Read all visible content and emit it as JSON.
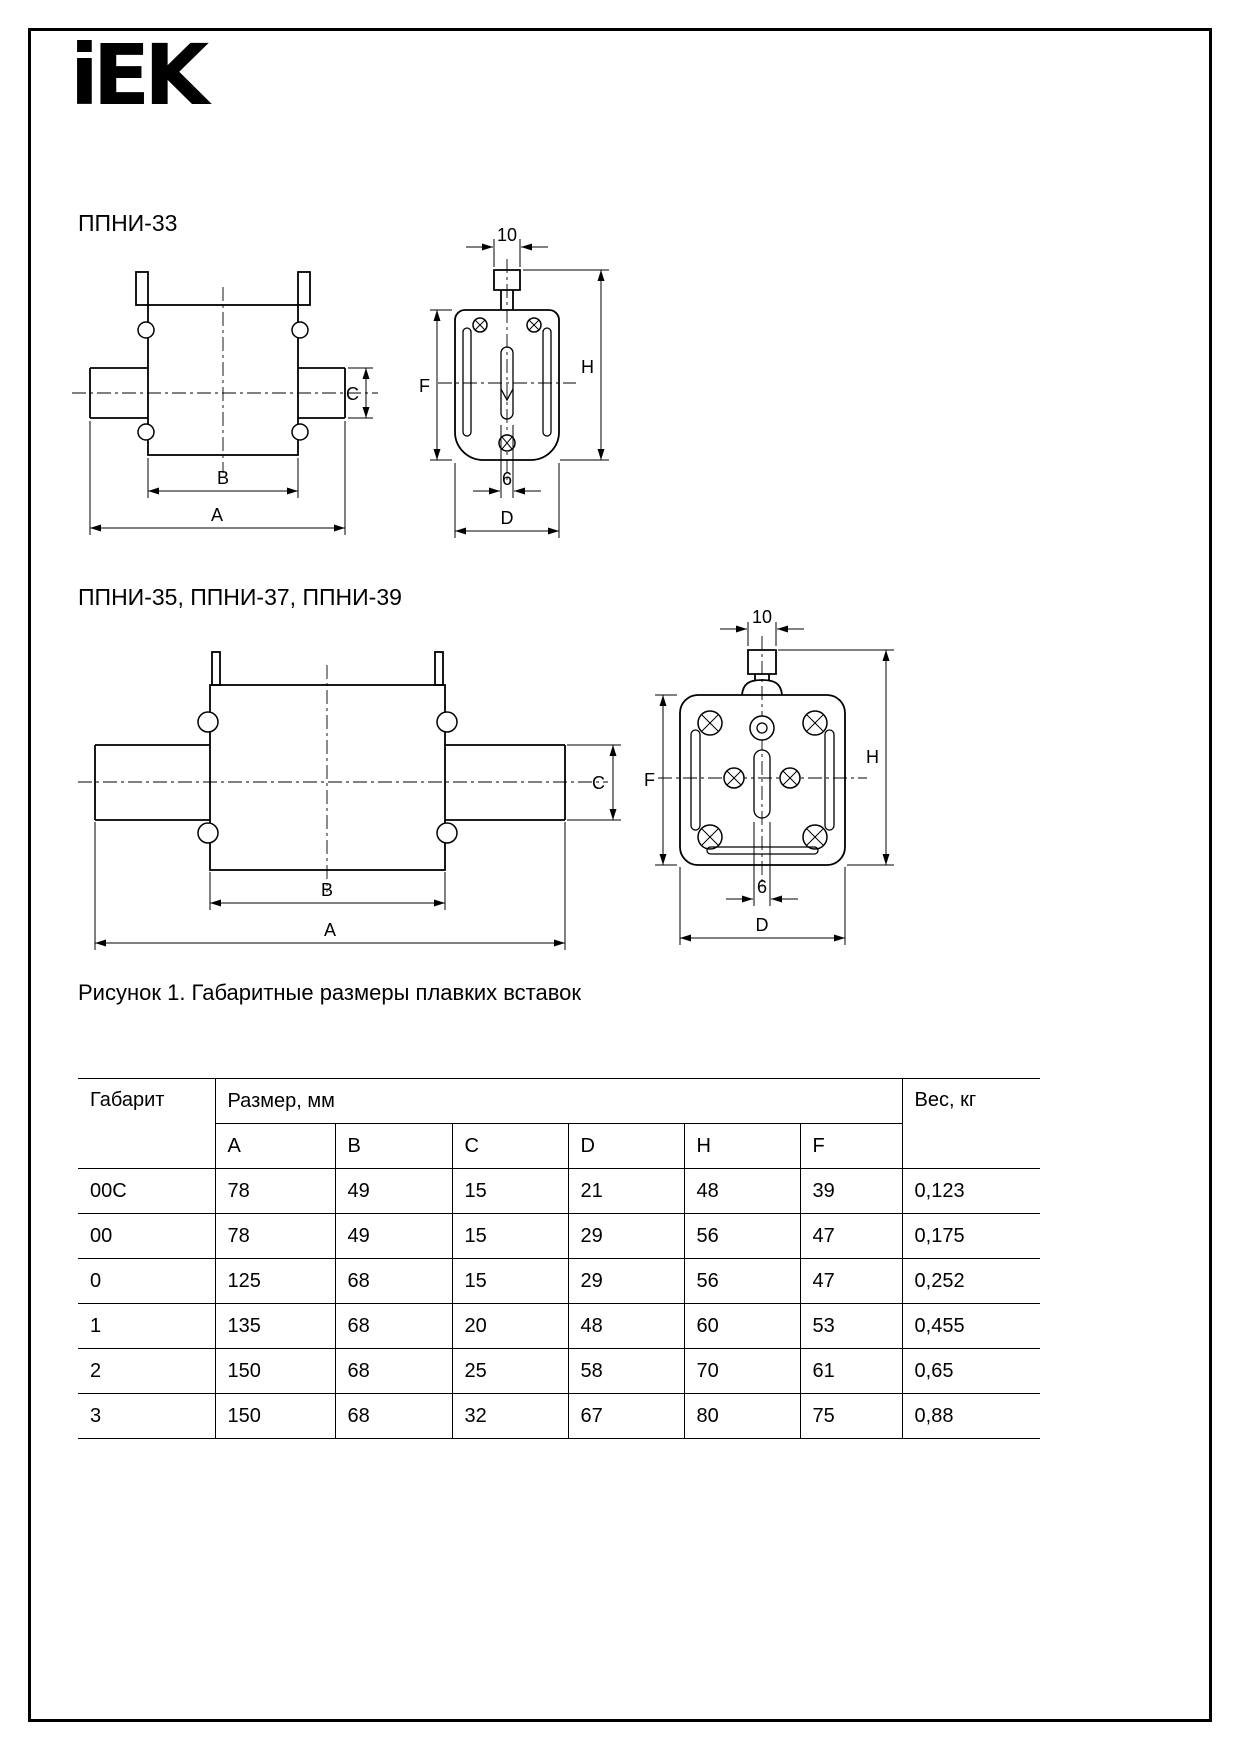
{
  "page": {
    "logo": "iEK",
    "figure_caption": "Рисунок 1.  Габаритные размеры плавких вставок"
  },
  "drawings": {
    "d1_title": "ППНИ-33",
    "d2_title": "ППНИ-35, ППНИ-37, ППНИ-39",
    "dims": {
      "A": "A",
      "B": "B",
      "C": "C",
      "D": "D",
      "H": "H",
      "F": "F",
      "top_width": "10",
      "slot_width": "6"
    }
  },
  "table": {
    "col_gabarit": "Габарит",
    "col_size": "Размер, мм",
    "col_weight": "Вес, кг",
    "size_cols": [
      "A",
      "B",
      "C",
      "D",
      "H",
      "F"
    ],
    "rows": [
      {
        "gabarit": "00C",
        "A": "78",
        "B": "49",
        "C": "15",
        "D": "21",
        "H": "48",
        "F": "39",
        "weight": "0,123"
      },
      {
        "gabarit": "00",
        "A": "78",
        "B": "49",
        "C": "15",
        "D": "29",
        "H": "56",
        "F": "47",
        "weight": "0,175"
      },
      {
        "gabarit": "0",
        "A": "125",
        "B": "68",
        "C": "15",
        "D": "29",
        "H": "56",
        "F": "47",
        "weight": "0,252"
      },
      {
        "gabarit": "1",
        "A": "135",
        "B": "68",
        "C": "20",
        "D": "48",
        "H": "60",
        "F": "53",
        "weight": "0,455"
      },
      {
        "gabarit": "2",
        "A": "150",
        "B": "68",
        "C": "25",
        "D": "58",
        "H": "70",
        "F": "61",
        "weight": "0,65"
      },
      {
        "gabarit": "3",
        "A": "150",
        "B": "68",
        "C": "32",
        "D": "67",
        "H": "80",
        "F": "75",
        "weight": "0,88"
      }
    ]
  }
}
